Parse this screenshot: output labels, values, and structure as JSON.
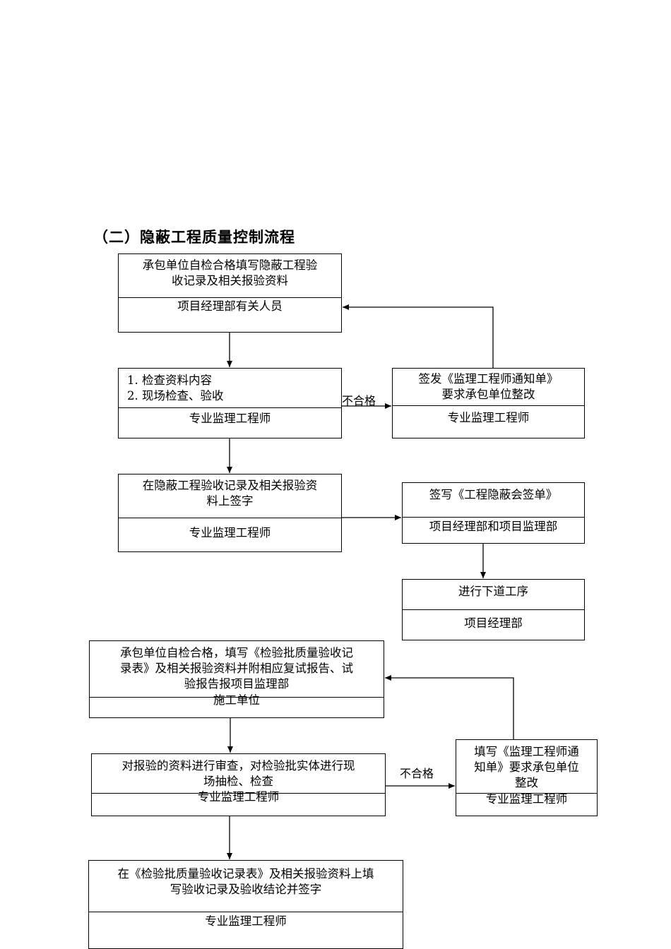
{
  "title": "（二）隐蔽工程质量控制流程",
  "section1": {
    "box1": {
      "lines": [
        "承包单位自检合格填写隐蔽工程验",
        "收记录及相关报验资料"
      ],
      "role": "项目经理部有关人员"
    },
    "box2": {
      "lines": [
        "1. 检查资料内容",
        "2. 现场检查、验收"
      ],
      "role": "专业监理工程师"
    },
    "box3": {
      "lines": [
        "签发《监理工程师通知单》",
        "要求承包单位整改"
      ],
      "role": "专业监理工程师"
    },
    "box4": {
      "lines": [
        "在隐蔽工程验收记录及相关报验资",
        "料上签字"
      ],
      "role": "专业监理工程师"
    },
    "box5": {
      "lines": [
        "签写《工程隐蔽会签单》"
      ],
      "role": "项目经理部和项目监理部"
    },
    "box6": {
      "lines": [
        "进行下道工序"
      ],
      "role": "项目经理部"
    },
    "fail_label": "不合格"
  },
  "section2": {
    "box1": {
      "lines": [
        "承包单位自检合格，填写《检验批质量验收记",
        "录表》及相关报验资料并附相应复试报告、试",
        "验报告报项目监理部"
      ],
      "role": "施工单位"
    },
    "box2": {
      "lines": [
        "对报验的资料进行审查，对检验批实体进行现",
        "场抽检、检查"
      ],
      "role": "专业监理工程师"
    },
    "box3": {
      "lines": [
        "填写《监理工程师通",
        "知单》要求承包单位",
        "整改"
      ],
      "role": "专业监理工程师"
    },
    "box4": {
      "lines": [
        "在《检验批质量验收记录表》及相关报验资料上填",
        "写验收记录及验收结论并签字"
      ],
      "role": "专业监理工程师"
    },
    "fail_label": "不合格"
  }
}
